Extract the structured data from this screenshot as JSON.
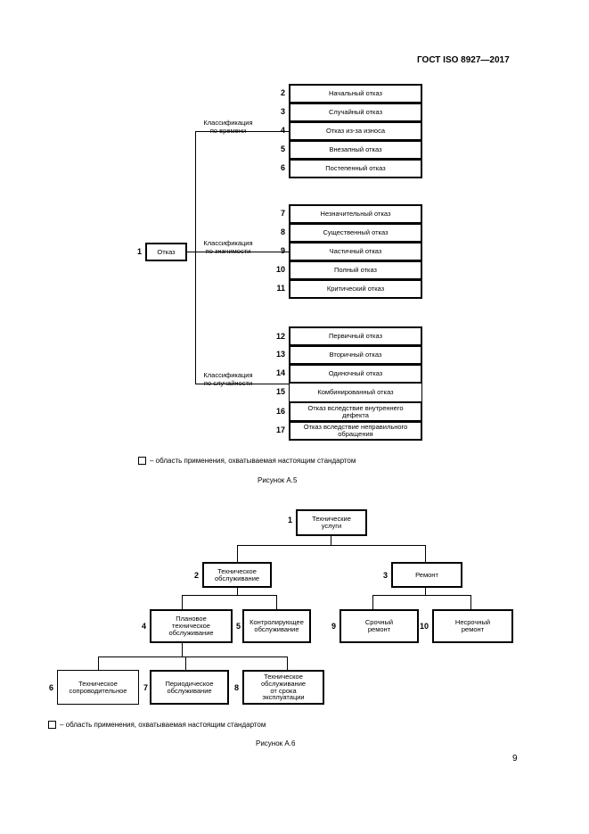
{
  "header": "ГОСТ ISO 8927—2017",
  "page_number": "9",
  "figure5": {
    "caption": "Рисунок А.5",
    "legend": "– область применения, охватываемая настоящим стандартом",
    "root": {
      "num": "1",
      "label": "Отказ"
    },
    "groups": [
      {
        "label": "Классификация\nпо времени",
        "items": [
          {
            "num": "2",
            "label": "Начальный отказ"
          },
          {
            "num": "3",
            "label": "Случайный отказ"
          },
          {
            "num": "4",
            "label": "Отказ из-за износа"
          },
          {
            "num": "5",
            "label": "Внезапный отказ"
          },
          {
            "num": "6",
            "label": "Постепенный отказ"
          }
        ]
      },
      {
        "label": "Классификация\nпо значимости",
        "items": [
          {
            "num": "7",
            "label": "Незначительный отказ"
          },
          {
            "num": "8",
            "label": "Существенный отказ"
          },
          {
            "num": "9",
            "label": "Частичный отказ"
          },
          {
            "num": "10",
            "label": "Полный отказ"
          },
          {
            "num": "11",
            "label": "Критический отказ"
          }
        ]
      },
      {
        "label": "Классификация\nпо случайности",
        "items": [
          {
            "num": "12",
            "label": "Первичный отказ"
          },
          {
            "num": "13",
            "label": "Вторичный отказ"
          },
          {
            "num": "14",
            "label": "Одиночный отказ"
          },
          {
            "num": "15",
            "label": "Комбинированный отказ"
          },
          {
            "num": "16",
            "label": "Отказ вследствие внутреннего\nдефекта"
          },
          {
            "num": "17",
            "label": "Отказ вследствие неправильного\nобращения"
          }
        ]
      }
    ]
  },
  "figure6": {
    "caption": "Рисунок А.6",
    "legend": "– область применения, охватываемая настоящим стандартом",
    "nodes": [
      {
        "num": "1",
        "label": "Технические\nуслуги"
      },
      {
        "num": "2",
        "label": "Техническое\nобслуживание"
      },
      {
        "num": "3",
        "label": "Ремонт"
      },
      {
        "num": "4",
        "label": "Плановое\nтехническое\nобслуживание"
      },
      {
        "num": "5",
        "label": "Контролирующее\nобслуживание"
      },
      {
        "num": "6",
        "label": "Техническое\nсопроводительное"
      },
      {
        "num": "7",
        "label": "Периодическое\nобслуживание"
      },
      {
        "num": "8",
        "label": "Техническое\nобслуживание\nот срока\nэксплуатации"
      },
      {
        "num": "9",
        "label": "Срочный\nремонт"
      },
      {
        "num": "10",
        "label": "Несрочный\nремонт"
      }
    ]
  }
}
